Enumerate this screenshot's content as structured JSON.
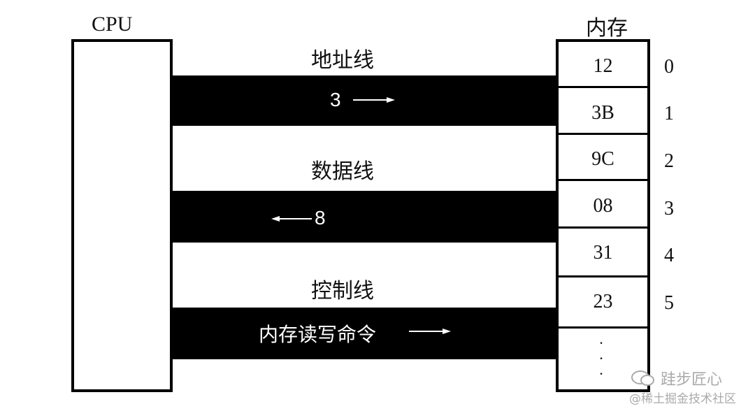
{
  "cpu": {
    "title": "CPU"
  },
  "memory": {
    "title": "内存",
    "cells": [
      {
        "value": "12",
        "address": "0"
      },
      {
        "value": "3B",
        "address": "1"
      },
      {
        "value": "9C",
        "address": "2"
      },
      {
        "value": "08",
        "address": "3"
      },
      {
        "value": "31",
        "address": "4"
      },
      {
        "value": "23",
        "address": "5"
      }
    ],
    "ellipsis": "· · ·"
  },
  "buses": {
    "address": {
      "label": "地址线",
      "text": "3",
      "direction": "right"
    },
    "data": {
      "label": "数据线",
      "text": "8",
      "direction": "left"
    },
    "control": {
      "label": "控制线",
      "text": "内存读写命令",
      "direction": "right"
    }
  },
  "watermark": {
    "line1": "跬步匠心",
    "line2": "@稀土掘金技术社区"
  }
}
